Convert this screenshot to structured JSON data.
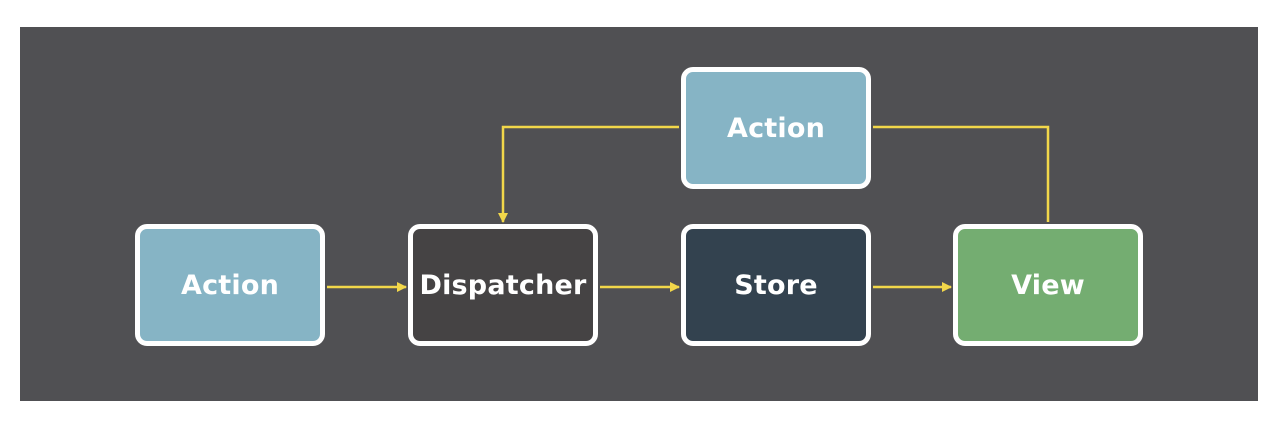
{
  "diagram": {
    "colors": {
      "background": "#505053",
      "connector": "#f2d74a",
      "border": "#ffffff",
      "action": "#86b4c5",
      "dispatcher": "#454344",
      "store": "#33424f",
      "view": "#74ad71"
    },
    "nodes": {
      "action_left": {
        "label": "Action"
      },
      "dispatcher": {
        "label": "Dispatcher"
      },
      "store": {
        "label": "Store"
      },
      "view": {
        "label": "View"
      },
      "action_top": {
        "label": "Action"
      }
    },
    "edges": [
      {
        "from": "action_left",
        "to": "dispatcher"
      },
      {
        "from": "dispatcher",
        "to": "store"
      },
      {
        "from": "store",
        "to": "view"
      },
      {
        "from": "view",
        "to": "action_top"
      },
      {
        "from": "action_top",
        "to": "dispatcher"
      }
    ]
  }
}
